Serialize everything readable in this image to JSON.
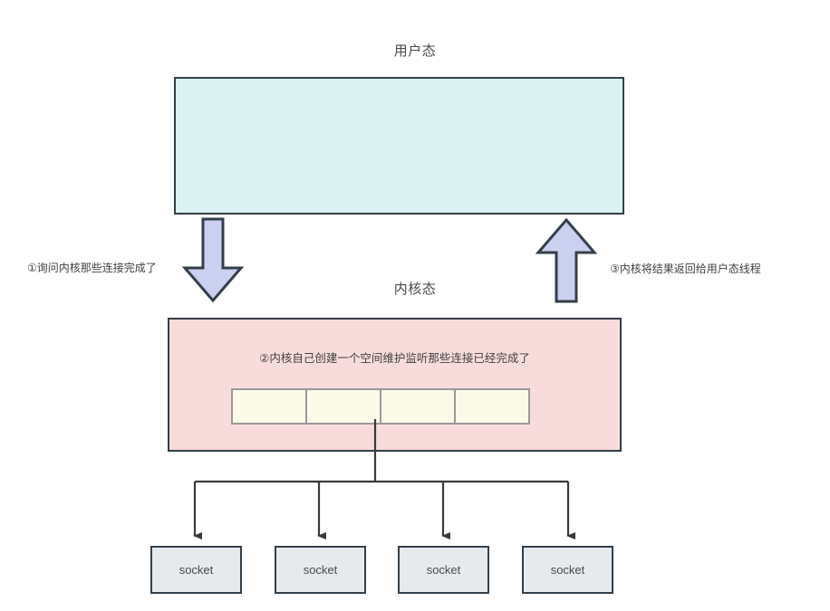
{
  "diagram": {
    "user_mode": {
      "title": "用户态"
    },
    "kernel_mode": {
      "title": "内核态",
      "note": "②内核自己创建一个空间维护监听那些连接已经完成了"
    },
    "labels": {
      "ask_kernel": "①询问内核那些连接完成了",
      "kernel_return": "③内核将结果返回给用户态线程"
    },
    "ready_list": {
      "cells": [
        "",
        "",
        "",
        ""
      ]
    },
    "sockets": [
      {
        "label": "socket"
      },
      {
        "label": "socket"
      },
      {
        "label": "socket"
      },
      {
        "label": "socket"
      }
    ],
    "colors": {
      "user_space_fill": "#daf2f1",
      "kernel_space_fill": "#f8dcdc",
      "box_border": "#333f49",
      "ready_cell_fill": "#fbf9e8",
      "ready_cell_border": "#9a9a9a",
      "arrow_fill": "#ccd0f0",
      "arrow_border": "#333f49",
      "socket_fill": "#e6eaed",
      "connector_line": "#3a3a3a",
      "text": "#3f3f3f"
    }
  }
}
